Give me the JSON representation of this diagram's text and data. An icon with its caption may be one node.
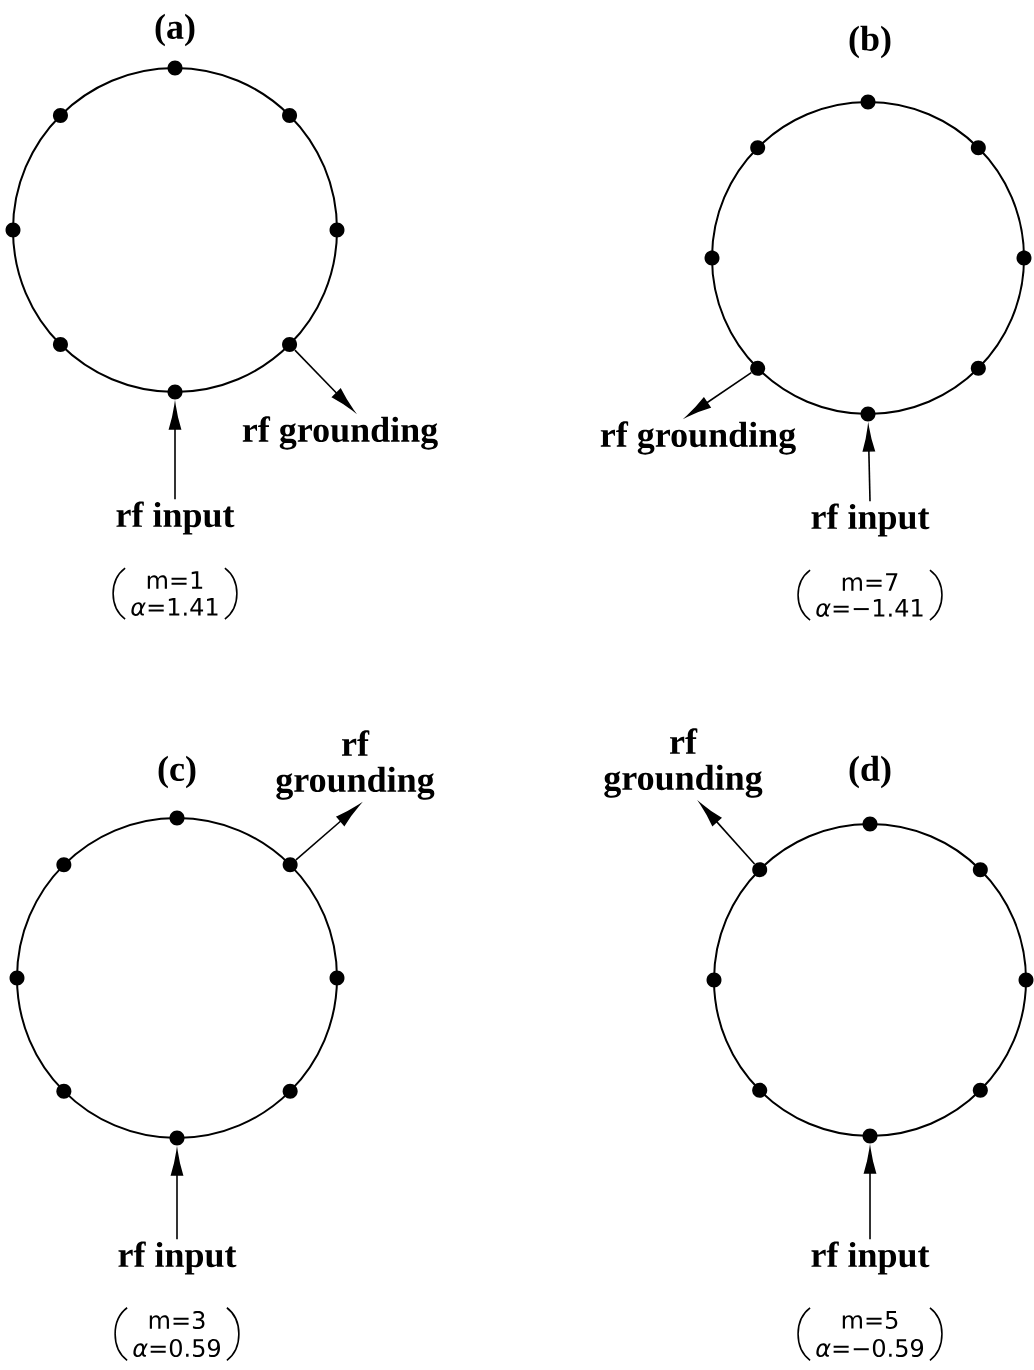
{
  "diagram": {
    "nodes": [
      {
        "text": [],
        "shape": "circle"
      },
      {
        "text": [],
        "shape": "circle"
      },
      {
        "text": [],
        "shape": "circle"
      },
      {
        "text": [],
        "shape": "circle"
      },
      {
        "text": [],
        "shape": "circle"
      },
      {
        "text": [],
        "shape": "circle"
      },
      {
        "text": [],
        "shape": "circle"
      },
      {
        "text": [],
        "shape": "circle"
      },
      {
        "text": [
          "rf grounding"
        ]
      },
      {
        "text": [
          "rf input"
        ]
      },
      {
        "text": [],
        "shape": "circle"
      },
      {
        "text": [],
        "shape": "circle"
      },
      {
        "text": [],
        "shape": "circle"
      },
      {
        "text": [],
        "shape": "circle"
      },
      {
        "text": [],
        "shape": "circle"
      },
      {
        "text": [],
        "shape": "circle"
      },
      {
        "text": [],
        "shape": "circle"
      },
      {
        "text": [],
        "shape": "circle"
      },
      {
        "text": [
          "rf grounding"
        ]
      },
      {
        "text": [
          "rf input"
        ]
      },
      {
        "text": [],
        "shape": "circle"
      },
      {
        "text": [],
        "shape": "circle"
      },
      {
        "text": [],
        "shape": "circle"
      },
      {
        "text": [],
        "shape": "circle"
      },
      {
        "text": [],
        "shape": "circle"
      },
      {
        "text": [],
        "shape": "circle"
      },
      {
        "text": [],
        "shape": "circle"
      },
      {
        "text": [],
        "shape": "circle"
      },
      {
        "text": [
          "rf grounding"
        ]
      },
      {
        "text": [
          "rf input"
        ]
      },
      {
        "text": [],
        "shape": "circle"
      },
      {
        "text": [],
        "shape": "circle"
      },
      {
        "text": [],
        "shape": "circle"
      },
      {
        "text": [],
        "shape": "circle"
      },
      {
        "text": [],
        "shape": "circle"
      },
      {
        "text": [],
        "shape": "circle"
      },
      {
        "text": [],
        "shape": "circle"
      },
      {
        "text": [],
        "shape": "circle"
      },
      {
        "text": [
          "rf grounding"
        ]
      },
      {
        "text": [
          "rf input"
        ]
      }
    ],
    "edges": [
      {
        "from": 9,
        "to": 7,
        "arrow": "to"
      },
      {
        "from": 6,
        "to": 8,
        "arrow": "to"
      },
      {
        "from": 19,
        "to": 17,
        "arrow": "to"
      },
      {
        "from": 15,
        "to": 18,
        "arrow": "to"
      },
      {
        "from": 29,
        "to": 27,
        "arrow": "to"
      },
      {
        "from": 22,
        "to": 28,
        "arrow": "to"
      },
      {
        "from": 39,
        "to": 37,
        "arrow": "to"
      },
      {
        "from": 31,
        "to": 38,
        "arrow": "to"
      }
    ],
    "labels": [
      "(a)",
      "m=1",
      "*α*=1.41",
      "(b)",
      "m=7",
      "*α*=−1.41",
      "(c)",
      "m=3",
      "*α*=0.59",
      "(d)",
      "m=5",
      "*α*=−0.59"
    ]
  }
}
